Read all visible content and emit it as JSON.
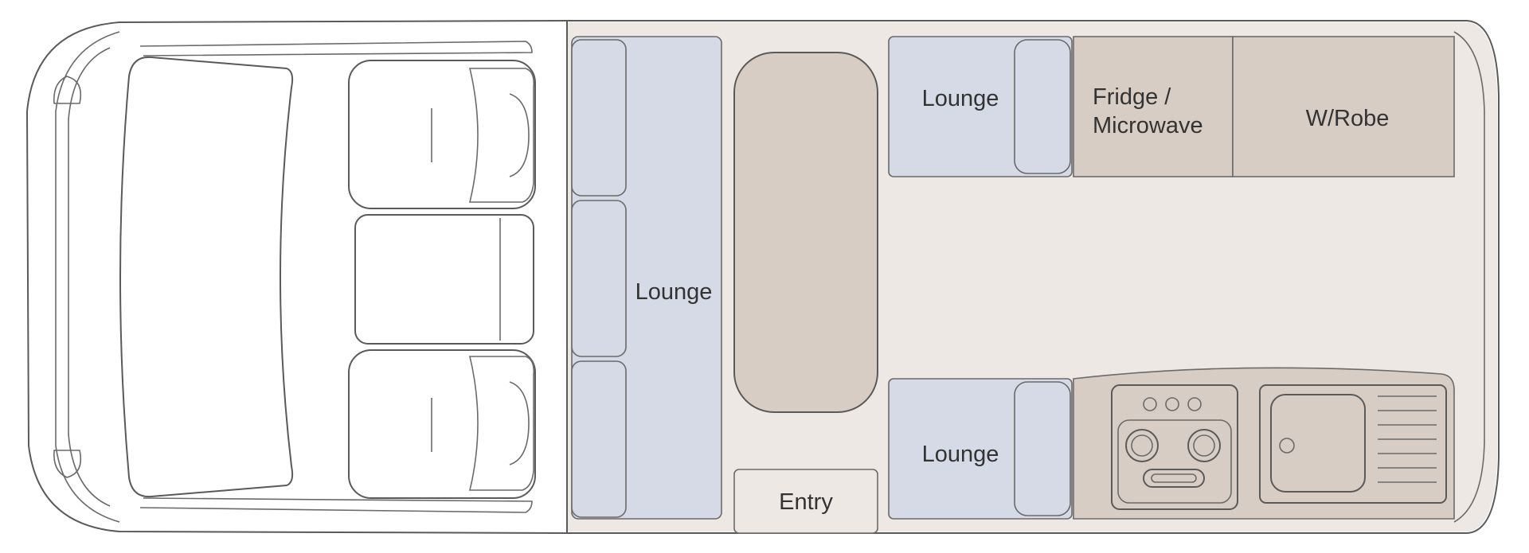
{
  "colors": {
    "cabin_floor": "#eee8e5",
    "cushion": "#d6d9e6",
    "cabinet": "#d8cdc4",
    "outline": "#555555",
    "cab_fill": "#ffffff",
    "appliance_fill": "#ffffff"
  },
  "labels": {
    "rear_lounge": "Lounge",
    "upper_lounge": "Lounge",
    "lower_lounge": "Lounge",
    "fridge_line1": "Fridge /",
    "fridge_line2": "Microwave",
    "wardrobe": "W/Robe",
    "entry": "Entry"
  }
}
